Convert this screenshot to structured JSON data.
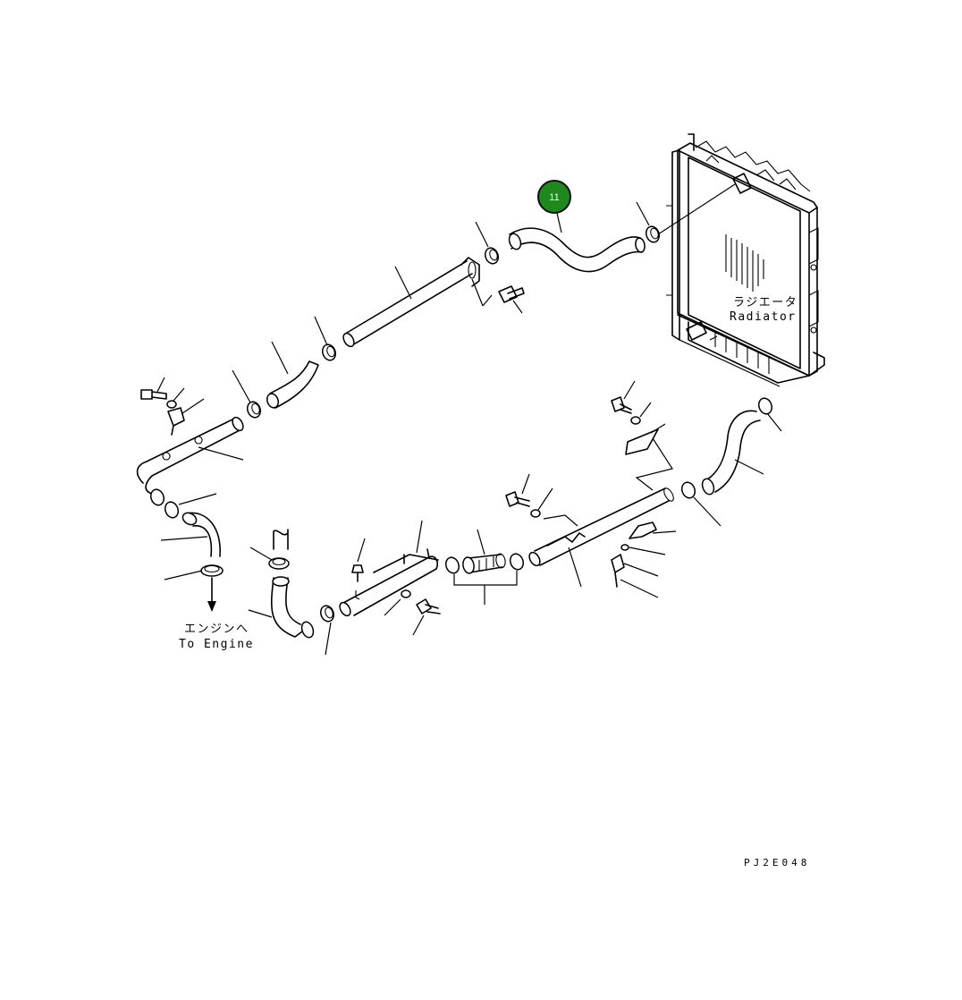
{
  "labels": {
    "radiator_jp": "ラジエータ",
    "radiator_en": "Radiator",
    "engine_jp": "エンジンへ",
    "engine_en": "To Engine",
    "drawing_code": "PJ2E048"
  },
  "callout": {
    "number": "11",
    "color": "#1e8a1e"
  }
}
